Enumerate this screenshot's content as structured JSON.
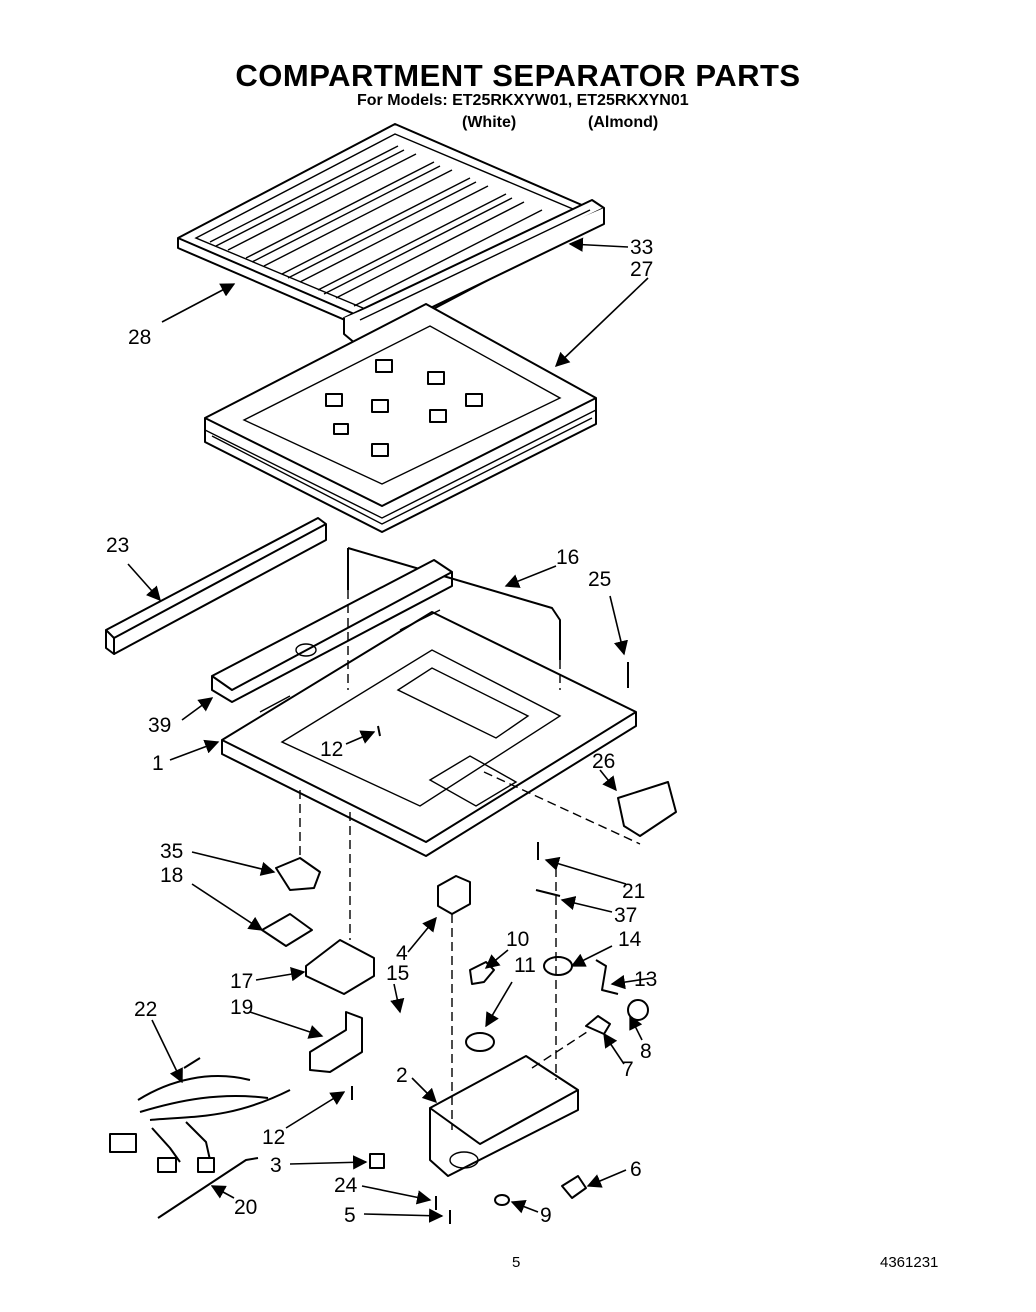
{
  "header": {
    "title": "COMPARTMENT SEPARATOR PARTS",
    "models_line": "For Models: ET25RKXYW01, ET25RKXYN01",
    "color_white": "(White)",
    "color_almond": "(Almond)"
  },
  "callouts": [
    "33",
    "27",
    "28",
    "23",
    "16",
    "25",
    "39",
    "12",
    "1",
    "26",
    "35",
    "21",
    "18",
    "37",
    "4",
    "10",
    "14",
    "17",
    "15",
    "11",
    "13",
    "22",
    "19",
    "8",
    "2",
    "7",
    "12",
    "3",
    "6",
    "24",
    "20",
    "5",
    "9"
  ],
  "footer": {
    "page_number": "5",
    "doc_number": "4361231"
  }
}
